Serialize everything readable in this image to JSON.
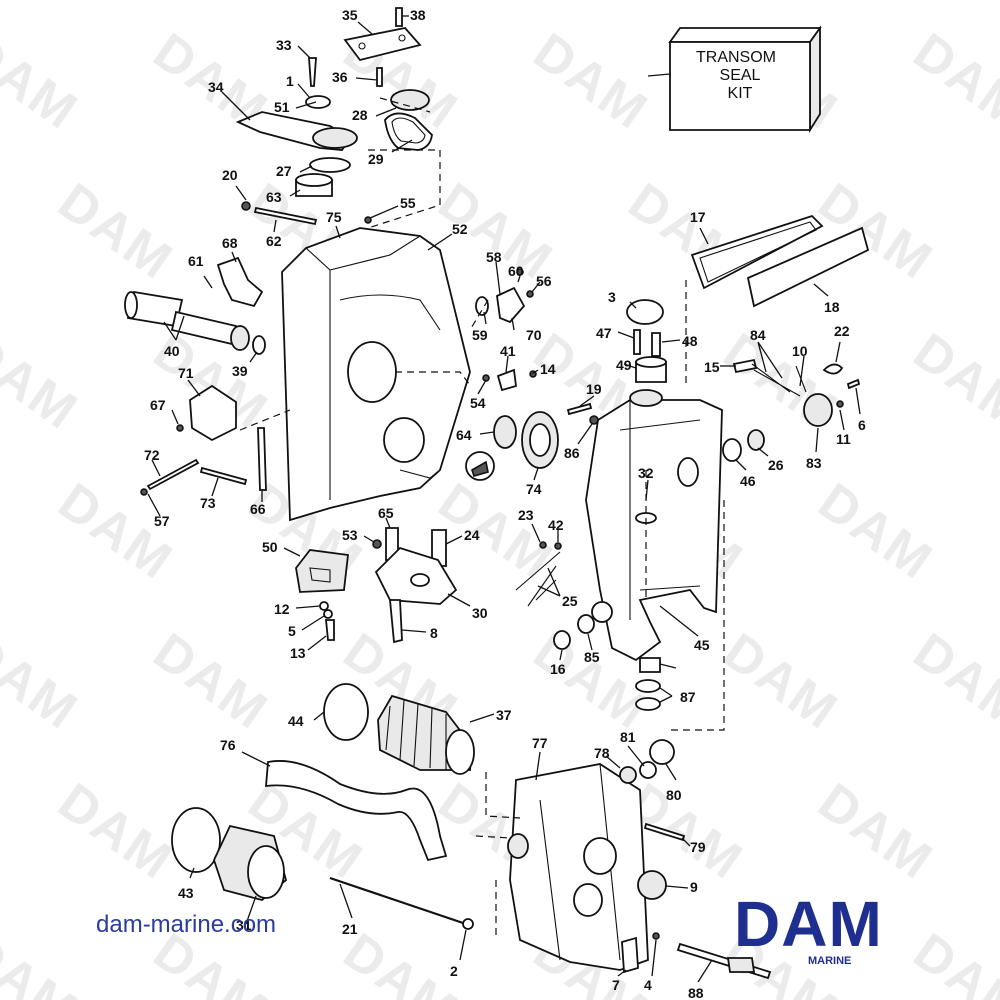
{
  "watermark": "DAM",
  "site_url": "dam-marine.com",
  "logo": {
    "text": "DAM",
    "subtitle": "MARINE",
    "color": "#1e2f8f"
  },
  "kit_box": {
    "lines": [
      "TRANSOM",
      "SEAL",
      "KIT"
    ]
  },
  "callouts": [
    "35",
    "38",
    "33",
    "36",
    "1",
    "34",
    "51",
    "28",
    "29",
    "27",
    "20",
    "63",
    "75",
    "55",
    "62",
    "52",
    "68",
    "61",
    "58",
    "60",
    "56",
    "40",
    "59",
    "70",
    "39",
    "71",
    "41",
    "54",
    "14",
    "67",
    "64",
    "72",
    "73",
    "66",
    "57",
    "74",
    "50",
    "53",
    "65",
    "24",
    "12",
    "5",
    "13",
    "30",
    "8",
    "23",
    "42",
    "25",
    "16",
    "85",
    "17",
    "18",
    "3",
    "47",
    "48",
    "84",
    "22",
    "10",
    "15",
    "49",
    "19",
    "86",
    "6",
    "11",
    "83",
    "26",
    "46",
    "32",
    "45",
    "87",
    "37",
    "44",
    "76",
    "77",
    "78",
    "81",
    "80",
    "79",
    "9",
    "43",
    "31",
    "21",
    "2",
    "7",
    "4",
    "88"
  ]
}
